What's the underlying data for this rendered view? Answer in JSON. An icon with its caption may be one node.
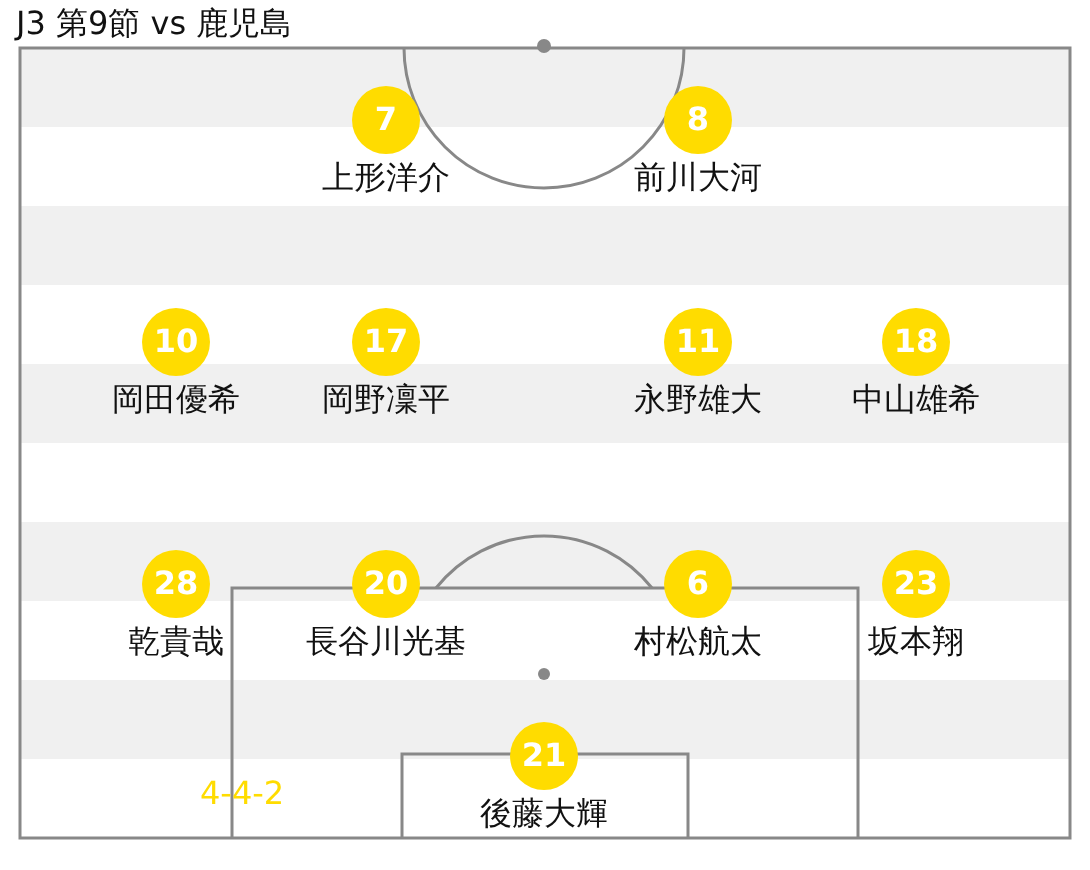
{
  "diagram": {
    "title": "J3 第9節 vs 鹿児島",
    "nodes": [
      {
        "text": [
          "7"
        ],
        "beside": [
          "上形洋介"
        ]
      },
      {
        "text": [
          "8"
        ],
        "beside": [
          "前川大河"
        ]
      },
      {
        "text": [
          "10"
        ],
        "beside": [
          "岡田優希"
        ]
      },
      {
        "text": [
          "17"
        ],
        "beside": [
          "岡野凜平"
        ]
      },
      {
        "text": [
          "11"
        ],
        "beside": [
          "永野雄大"
        ]
      },
      {
        "text": [
          "18"
        ],
        "beside": [
          "中山雄希"
        ]
      },
      {
        "text": [
          "28"
        ],
        "beside": [
          "乾貴哉"
        ]
      },
      {
        "text": [
          "20"
        ],
        "beside": [
          "長谷川光基"
        ]
      },
      {
        "text": [
          "6"
        ],
        "beside": [
          "村松航太"
        ]
      },
      {
        "text": [
          "23"
        ],
        "beside": [
          "坂本翔"
        ]
      },
      {
        "text": [
          "21"
        ],
        "beside": [
          "後藤大輝"
        ]
      }
    ],
    "labels": [
      "4-4-2"
    ]
  }
}
